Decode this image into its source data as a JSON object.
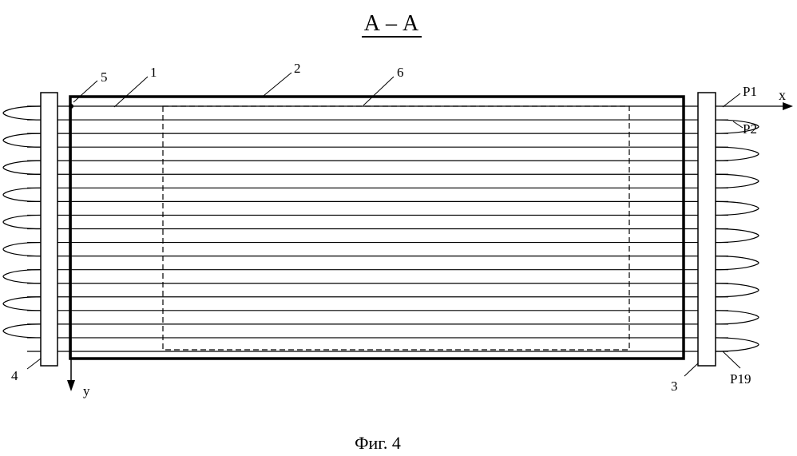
{
  "section_title": "А – А",
  "figure_caption": "Фиг. 4",
  "axes": {
    "x_label": "x",
    "y_label": "y"
  },
  "callouts": {
    "n1": "1",
    "n2": "2",
    "n3": "3",
    "n4": "4",
    "n5": "5",
    "n6": "6",
    "p1": "P1",
    "p2": "P2",
    "p19": "P19"
  },
  "wire_count": 19
}
